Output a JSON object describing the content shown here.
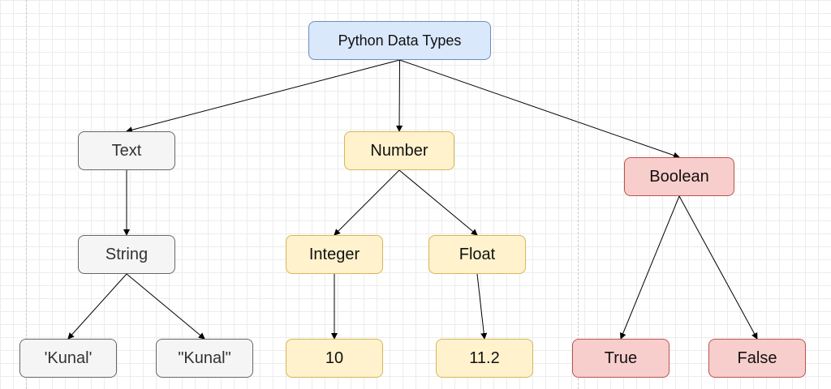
{
  "colors": {
    "gray_fill": "#f5f5f5",
    "gray_stroke": "#666666",
    "blue_fill": "#dae8fc",
    "blue_stroke": "#6c8ebf",
    "yellow_fill": "#fff2cc",
    "yellow_stroke": "#d6b656",
    "red_fill": "#f8cecc",
    "red_stroke": "#b85450",
    "edge": "#000000"
  },
  "nodes": {
    "root": "Python Data Types",
    "text": "Text",
    "number": "Number",
    "boolean": "Boolean",
    "string": "String",
    "integer": "Integer",
    "float": "Float",
    "kunal_single": "'Kunal'",
    "kunal_double": "\"Kunal\"",
    "ten": "10",
    "eleven_two": "11.2",
    "true_val": "True",
    "false_val": "False"
  },
  "edges": [
    [
      "root",
      "text"
    ],
    [
      "root",
      "number"
    ],
    [
      "root",
      "boolean"
    ],
    [
      "text",
      "string"
    ],
    [
      "string",
      "kunal_single"
    ],
    [
      "string",
      "kunal_double"
    ],
    [
      "number",
      "integer"
    ],
    [
      "number",
      "float"
    ],
    [
      "integer",
      "ten"
    ],
    [
      "float",
      "eleven_two"
    ],
    [
      "boolean",
      "true_val"
    ],
    [
      "boolean",
      "false_val"
    ]
  ]
}
